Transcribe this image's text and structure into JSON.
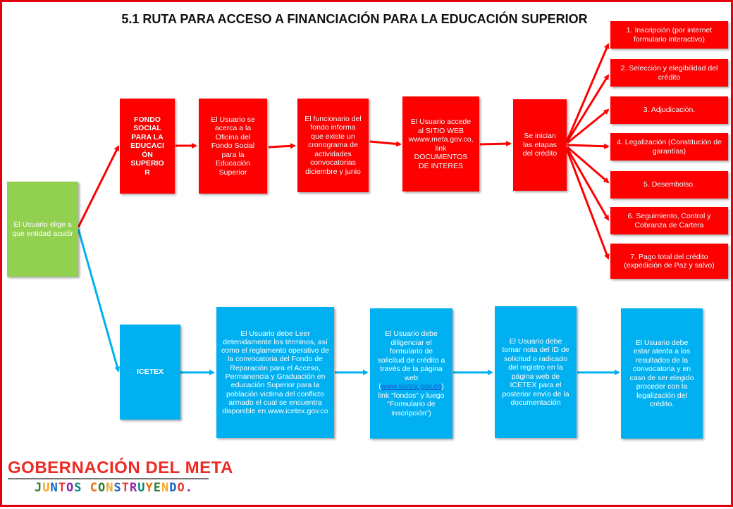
{
  "title": "5.1 RUTA PARA ACCESO A FINANCIACIÓN PARA LA EDUCACIÓN SUPERIOR",
  "start": "El Usuario elige a que entidad acudir",
  "fondo": {
    "label": "FONDO SOCIAL PARA LA EDUCACIÓN SUPERIOR",
    "label_lines": [
      "FONDO",
      "SOCIAL",
      "PARA LA",
      "EDUCACI",
      "ÓN",
      "SUPERIO",
      "R"
    ],
    "step1": "El Usuario se acerca a la Oficina del Fondo Social para la Educación Superior",
    "step2": "El funcionario del fondo informa que existe un cronograma de actividades convocatorias diciembre y junio",
    "step3": "El Usuario accede al SITIO WEB wwww.meta.gov.co, link DOCUMENTOS DE INTERES",
    "step4": "Se inician las etapas del crédito"
  },
  "stages": [
    "1. Inscripción (por internet formulario interactivo)",
    "2. Selección y elegibilidad del crédito",
    "3. Adjudicación.",
    "4. Legalización (Constitución de garantías)",
    "5. Desembolso.",
    "6. Seguimiento, Control y Cobranza de Cartera",
    "7. Pago total del crédito (expedición de Paz y salvo)"
  ],
  "icetex": {
    "label": "ICETEX",
    "step1": "El Usuario debe Leer detenidamente los términos, así como el reglamento operativo de la convocatoria del Fondo de Reparación para el Acceso, Permanencia y Graduación en educación Superior para la población victima del conflicto armado el cual se encuentra disponible en www.icetex.gov.co",
    "step2_before": "El Usuario debe diligenciar el formulario de solicitud de crédito a través de la página web (",
    "step2_link": "www.icetex.gov.co",
    "step2_after": ") link “fondos” y luego “Formulario de inscripción”)",
    "step3": "El Usuario debe tomar nota del ID de solicitud o radicado del registro en la página web de ICETEX para el posterior envío de la documentación",
    "step4": "El Usuario debe estar atenta a los resultados de la convocatoria y en caso de ser elegido proceder con la legalización del crédito."
  },
  "logo": {
    "line1": "GOBERNACIÓN DEL META",
    "line2": "JUNTOS CONSTRUYENDO."
  },
  "colors": {
    "red": "#ff0000",
    "blue": "#00b0f0",
    "green": "#92d050",
    "frame": "#e3000f"
  }
}
